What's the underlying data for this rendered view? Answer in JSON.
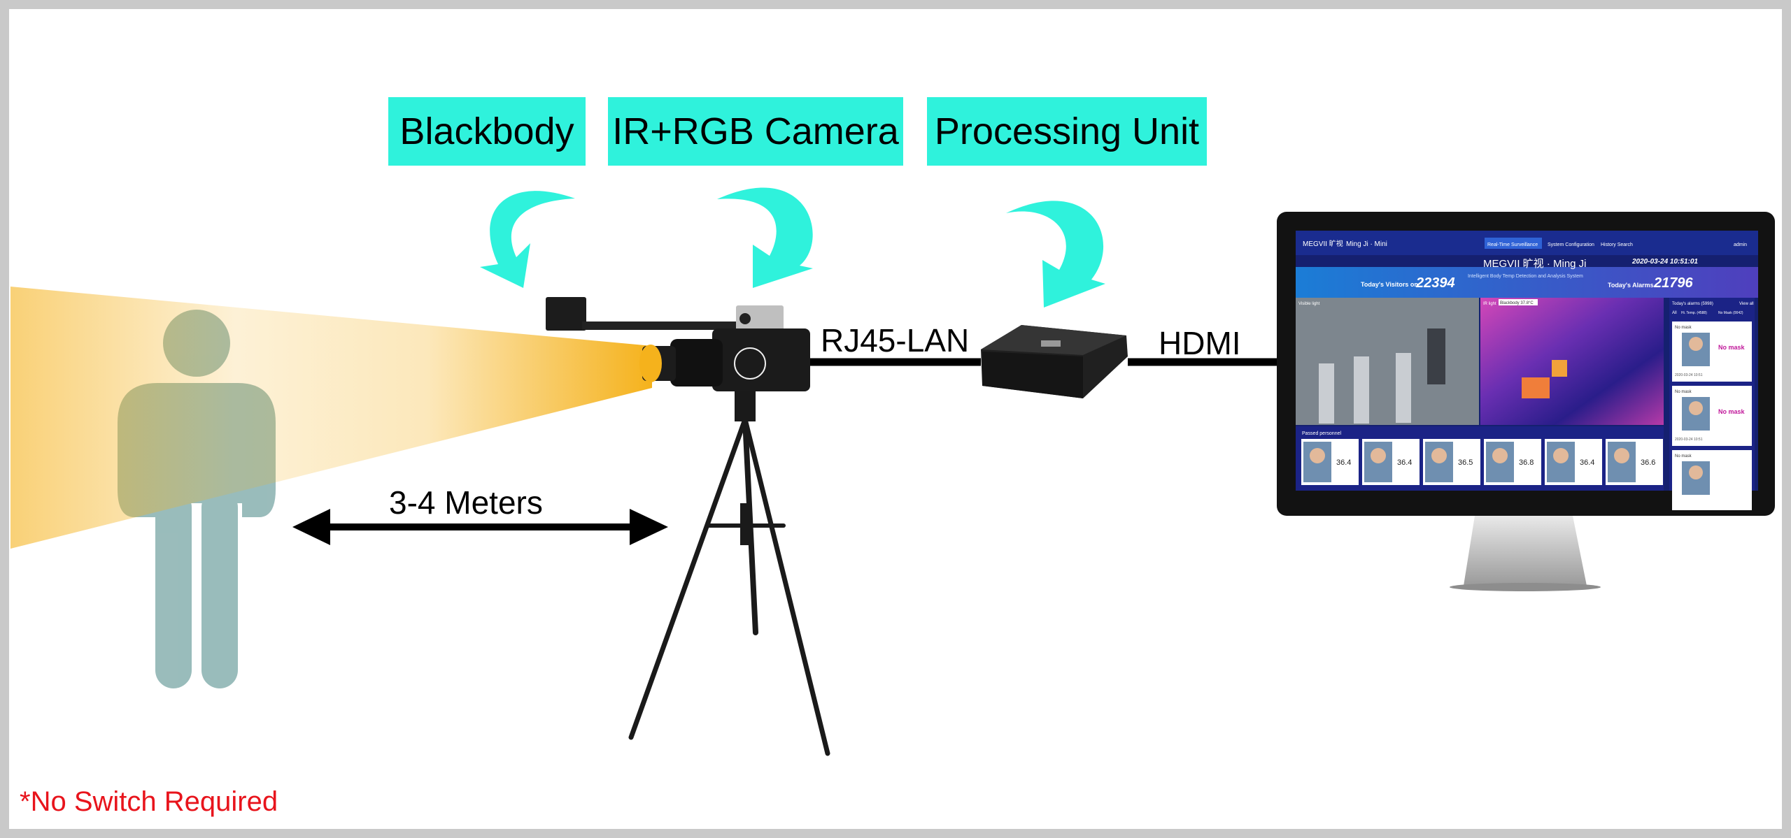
{
  "callouts": {
    "blackbody": "Blackbody",
    "camera": "IR+RGB Camera",
    "processing": "Processing Unit"
  },
  "links": {
    "lan": "RJ45-LAN",
    "hdmi": "HDMI"
  },
  "distance": "3-4 Meters",
  "footnote": "*No Switch Required",
  "colors": {
    "callout_bg": "#2ff2dc",
    "beam": "#f5b21c",
    "person": "#8fb5b4",
    "footnote": "#e8141c",
    "screen_ui": "#1e2a8c"
  },
  "screen": {
    "brand": "MEGVII 旷视",
    "app": "Ming Ji · Mini",
    "nav": [
      "Real-Time Surveillance",
      "System Configuration",
      "History Search"
    ],
    "user": "admin",
    "title": "MEGVII 旷视 · Ming Ji",
    "subtitle": "Intelligent Body Temp Detection and Analysis System",
    "datetime": "2020-03-24 10:51:01",
    "visitors_label": "Today's Visitors on",
    "visitors_value": "22394",
    "alarms_label": "Today's Alarms",
    "alarms_value": "21796",
    "visible_light": "Visible light",
    "ir_light": "IR light",
    "ir_tag": "Blackbody 37.8°C",
    "passed_label": "Passed personnel",
    "temps": [
      "36.4",
      "36.4",
      "36.5",
      "36.8",
      "36.4",
      "36.6"
    ],
    "alarms_panel_label": "Today's alarms (5998)",
    "view_all": "View all",
    "alarm_tabs": [
      "All",
      "Hi. Temp. (4588)",
      "No Mask (0042)"
    ],
    "alarm_items": [
      {
        "tag": "No mask",
        "status": "No mask",
        "time": "2020-03-24 10:51"
      },
      {
        "tag": "No mask",
        "status": "No mask",
        "time": "2020-03-24 10:51"
      },
      {
        "tag": "No mask",
        "status": "",
        "time": ""
      }
    ]
  }
}
